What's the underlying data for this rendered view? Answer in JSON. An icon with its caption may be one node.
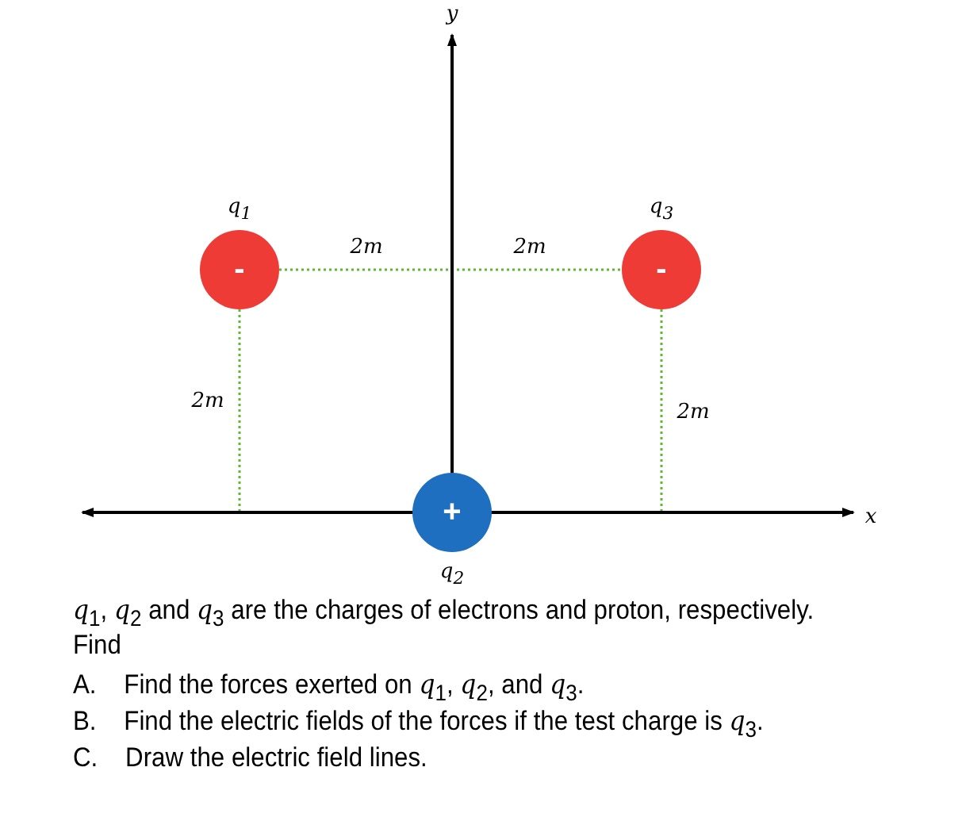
{
  "diagram": {
    "nodes": [
      {
        "text": [
          "-"
        ],
        "beside": [
          "q$_{1}$"
        ]
      },
      {
        "text": [
          "-"
        ],
        "beside": [
          "q$_{3}$"
        ]
      },
      {
        "text": [
          "+"
        ],
        "beside": [
          "q$_{2}$"
        ]
      }
    ],
    "labels": [
      "y",
      "2m",
      "2m",
      "2m",
      "2m",
      "x",
      "*q*$_{1}$, *q*$_{2}$ and *q*$_{3}$ are the charges of electrons and proton, respectively.",
      "Find",
      "A.\tFind the forces exerted on *q*$_{1}$, *q*$_{2}$, and *q*$_{3}$.",
      "B.\tFind the electric fields of the forces if the test charge is *q*$_{3}$.",
      "C.\tDraw the electric field lines."
    ]
  }
}
